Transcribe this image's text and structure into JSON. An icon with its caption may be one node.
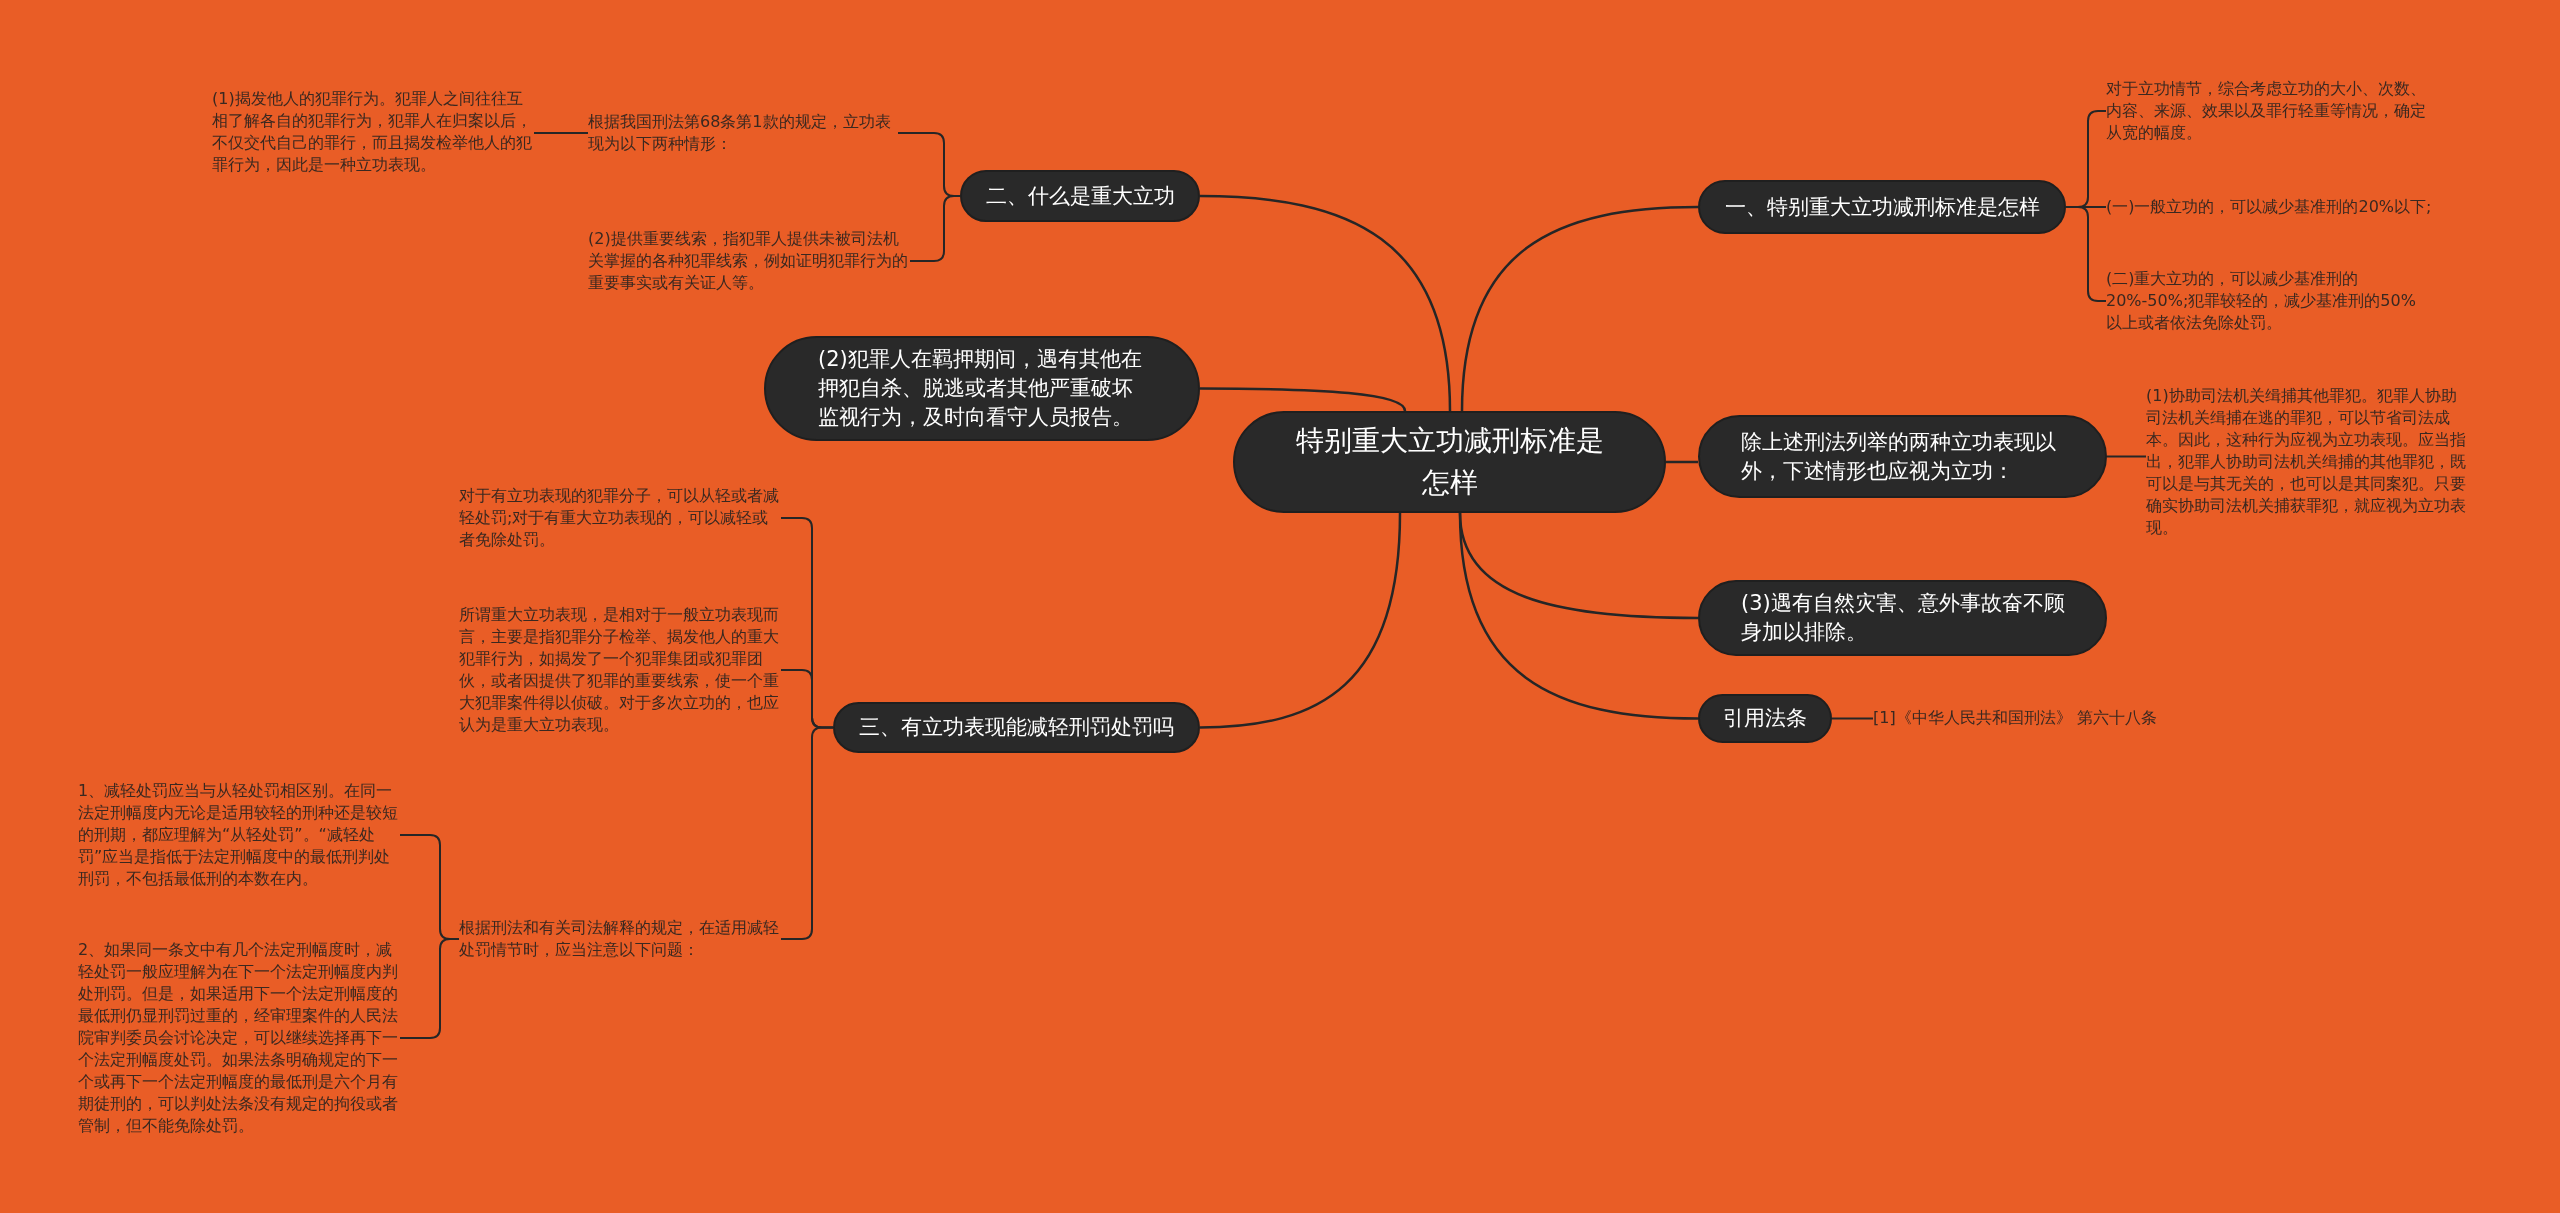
{
  "diagram": {
    "nodes": [
      {
        "text": [
          "特别重大立功减刑标准是怎样"
        ]
      },
      {
        "text": [
          "一、特别重大立功减刑标准是怎样"
        ]
      },
      {
        "text": [
          "对于立功情节，综合考虑立功的大小、次数、内容、来源、效果以及罪行轻重等情况，确定从宽的幅度。"
        ]
      },
      {
        "text": [
          "(一)一般立功的，可以减少基准刑的20%以下;"
        ]
      },
      {
        "text": [
          "(二)重大立功的，可以减少基准刑的20%-50%;犯罪较轻的，减少基准刑的50%以上或者依法免除处罚。"
        ]
      },
      {
        "text": [
          "除上述刑法列举的两种立功表现以外，下述情形也应视为立功："
        ]
      },
      {
        "text": [
          "(1)协助司法机关缉捕其他罪犯。犯罪人协助司法机关缉捕在逃的罪犯，可以节省司法成本。因此，这种行为应视为立功表现。应当指出，犯罪人协助司法机关缉捕的其他罪犯，既可以是与其无关的，也可以是其同案犯。只要确实协助司法机关捕获罪犯，就应视为立功表现。"
        ]
      },
      {
        "text": [
          "(3)遇有自然灾害、意外事故奋不顾身加以排除。"
        ]
      },
      {
        "text": [
          "引用法条"
        ]
      },
      {
        "text": [
          "[1]《中华人民共和国刑法》 第六十八条"
        ]
      },
      {
        "text": [
          "二、什么是重大立功"
        ]
      },
      {
        "text": [
          "根据我国刑法第68条第1款的规定，立功表现为以下两种情形："
        ]
      },
      {
        "text": [
          "(1)揭发他人的犯罪行为。犯罪人之间往往互相了解各自的犯罪行为，犯罪人在归案以后，不仅交代自己的罪行，而且揭发检举他人的犯罪行为，因此是一种立功表现。"
        ]
      },
      {
        "text": [
          "(2)提供重要线索，指犯罪人提供未被司法机关掌握的各种犯罪线索，例如证明犯罪行为的重要事实或有关证人等。"
        ]
      },
      {
        "text": [
          "(2)犯罪人在羁押期间，遇有其他在押犯自杀、脱逃或者其他严重破坏监视行为，及时向看守人员报告。"
        ]
      },
      {
        "text": [
          "三、有立功表现能减轻刑罚处罚吗"
        ]
      },
      {
        "text": [
          "对于有立功表现的犯罪分子，可以从轻或者减轻处罚;对于有重大立功表现的，可以减轻或者免除处罚。"
        ]
      },
      {
        "text": [
          "所谓重大立功表现，是相对于一般立功表现而言，主要是指犯罪分子检举、揭发他人的重大犯罪行为，如揭发了一个犯罪集团或犯罪团伙，或者因提供了犯罪的重要线索，使一个重大犯罪案件得以侦破。对于多次立功的，也应认为是重大立功表现。"
        ]
      },
      {
        "text": [
          "根据刑法和有关司法解释的规定，在适用减轻处罚情节时，应当注意以下问题："
        ]
      },
      {
        "text": [
          "1、减轻处罚应当与从轻处罚相区别。在同一法定刑幅度内无论是适用较轻的刑种还是较短的刑期，都应理解为“从轻处罚”。“减轻处罚”应当是指低于法定刑幅度中的最低刑判处刑罚，不包括最低刑的本数在内。"
        ]
      },
      {
        "text": [
          "2、如果同一条文中有几个法定刑幅度时，减轻处罚一般应理解为在下一个法定刑幅度内判处刑罚。但是，如果适用下一个法定刑幅度的最低刑仍显刑罚过重的，经审理案件的人民法院审判委员会讨论决定，可以继续选择再下一个法定刑幅度处罚。如果法条明确规定的下一个或再下一个法定刑幅度的最低刑是六个月有期徒刑的，可以判处法条没有规定的拘役或者管制，但不能免除处罚。"
        ]
      }
    ],
    "edges": [
      {
        "from": 0,
        "to": 1,
        "arrow": "none"
      },
      {
        "from": 1,
        "to": 2,
        "arrow": "none"
      },
      {
        "from": 1,
        "to": 3,
        "arrow": "none"
      },
      {
        "from": 1,
        "to": 4,
        "arrow": "none"
      },
      {
        "from": 0,
        "to": 5,
        "arrow": "none"
      },
      {
        "from": 5,
        "to": 6,
        "arrow": "none"
      },
      {
        "from": 0,
        "to": 7,
        "arrow": "none"
      },
      {
        "from": 0,
        "to": 8,
        "arrow": "none"
      },
      {
        "from": 8,
        "to": 9,
        "arrow": "none"
      },
      {
        "from": 0,
        "to": 10,
        "arrow": "none"
      },
      {
        "from": 10,
        "to": 11,
        "arrow": "none"
      },
      {
        "from": 11,
        "to": 12,
        "arrow": "none"
      },
      {
        "from": 10,
        "to": 13,
        "arrow": "none"
      },
      {
        "from": 0,
        "to": 14,
        "arrow": "none"
      },
      {
        "from": 0,
        "to": 15,
        "arrow": "none"
      },
      {
        "from": 15,
        "to": 16,
        "arrow": "none"
      },
      {
        "from": 15,
        "to": 17,
        "arrow": "none"
      },
      {
        "from": 15,
        "to": 18,
        "arrow": "none"
      },
      {
        "from": 18,
        "to": 19,
        "arrow": "none"
      },
      {
        "from": 18,
        "to": 20,
        "arrow": "none"
      }
    ]
  }
}
